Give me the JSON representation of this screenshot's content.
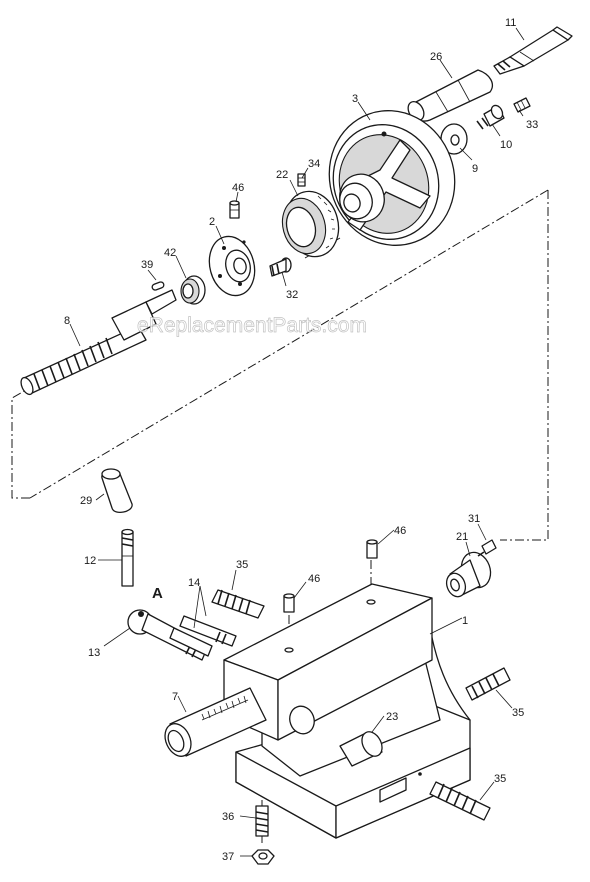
{
  "watermark": "eReplacementParts.com",
  "view_marker": "A",
  "part_labels": {
    "p1": "1",
    "p2": "2",
    "p3": "3",
    "p7": "7",
    "p8": "8",
    "p9": "9",
    "p10": "10",
    "p11": "11",
    "p12": "12",
    "p13": "13",
    "p14": "14",
    "p21": "21",
    "p22": "22",
    "p23": "23",
    "p26": "26",
    "p29": "29",
    "p31": "31",
    "p32": "32",
    "p33": "33",
    "p34": "34",
    "p35a": "35",
    "p35b": "35",
    "p35c": "35",
    "p36": "36",
    "p37": "37",
    "p39": "39",
    "p42": "42",
    "p46a": "46",
    "p46b": "46",
    "p46c": "46"
  }
}
